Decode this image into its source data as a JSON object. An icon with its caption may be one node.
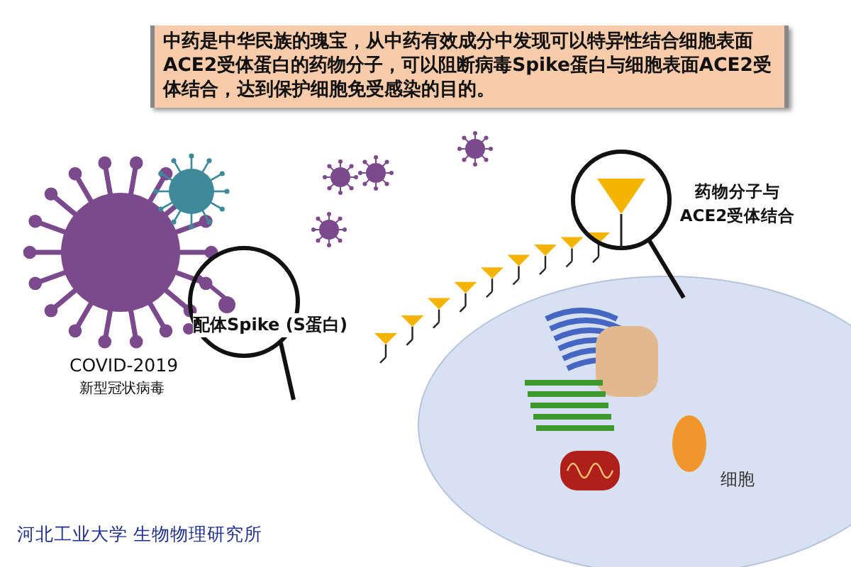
{
  "diagram": {
    "nodes": [
      {
        "text": [
          "中药是中华民族的瑰宝，从中药有效成分中发现可以特异性结合细胞表面ACE2受体蛋白的药物分子，可以阻断病毒Spike蛋白与细胞表面ACE2受体结合，达到保护细胞免受感染的目的。"
        ]
      },
      {
        "text": [
          "细胞"
        ]
      }
    ],
    "labels": [
      "配体Spike (S蛋白)",
      "COVID-2019",
      "新型冠状病毒",
      "药物分子与ACE2受体结合",
      "河北工业大学 生物物理研究所"
    ]
  }
}
